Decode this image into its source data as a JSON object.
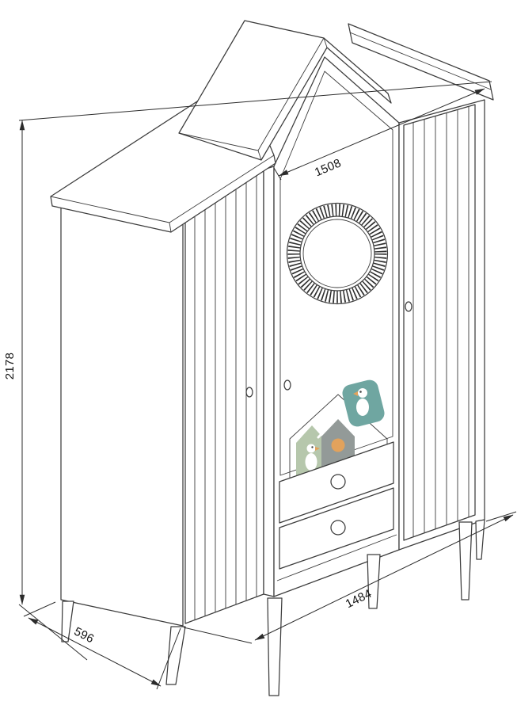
{
  "drawing": {
    "dimensions": {
      "height": "2178",
      "top_width": "1508",
      "bottom_width": "1484",
      "depth": "596"
    },
    "colors": {
      "line": "#3c3c3c",
      "dimension": "#2b2b2b",
      "decal_sage_green": "#b6c7ac",
      "decal_teal": "#6fa6a1",
      "birdhouse_gray": "#939a98",
      "birdhouse_hole_orange": "#e2a25c",
      "mirror_ring": "#2e2e2e"
    }
  }
}
